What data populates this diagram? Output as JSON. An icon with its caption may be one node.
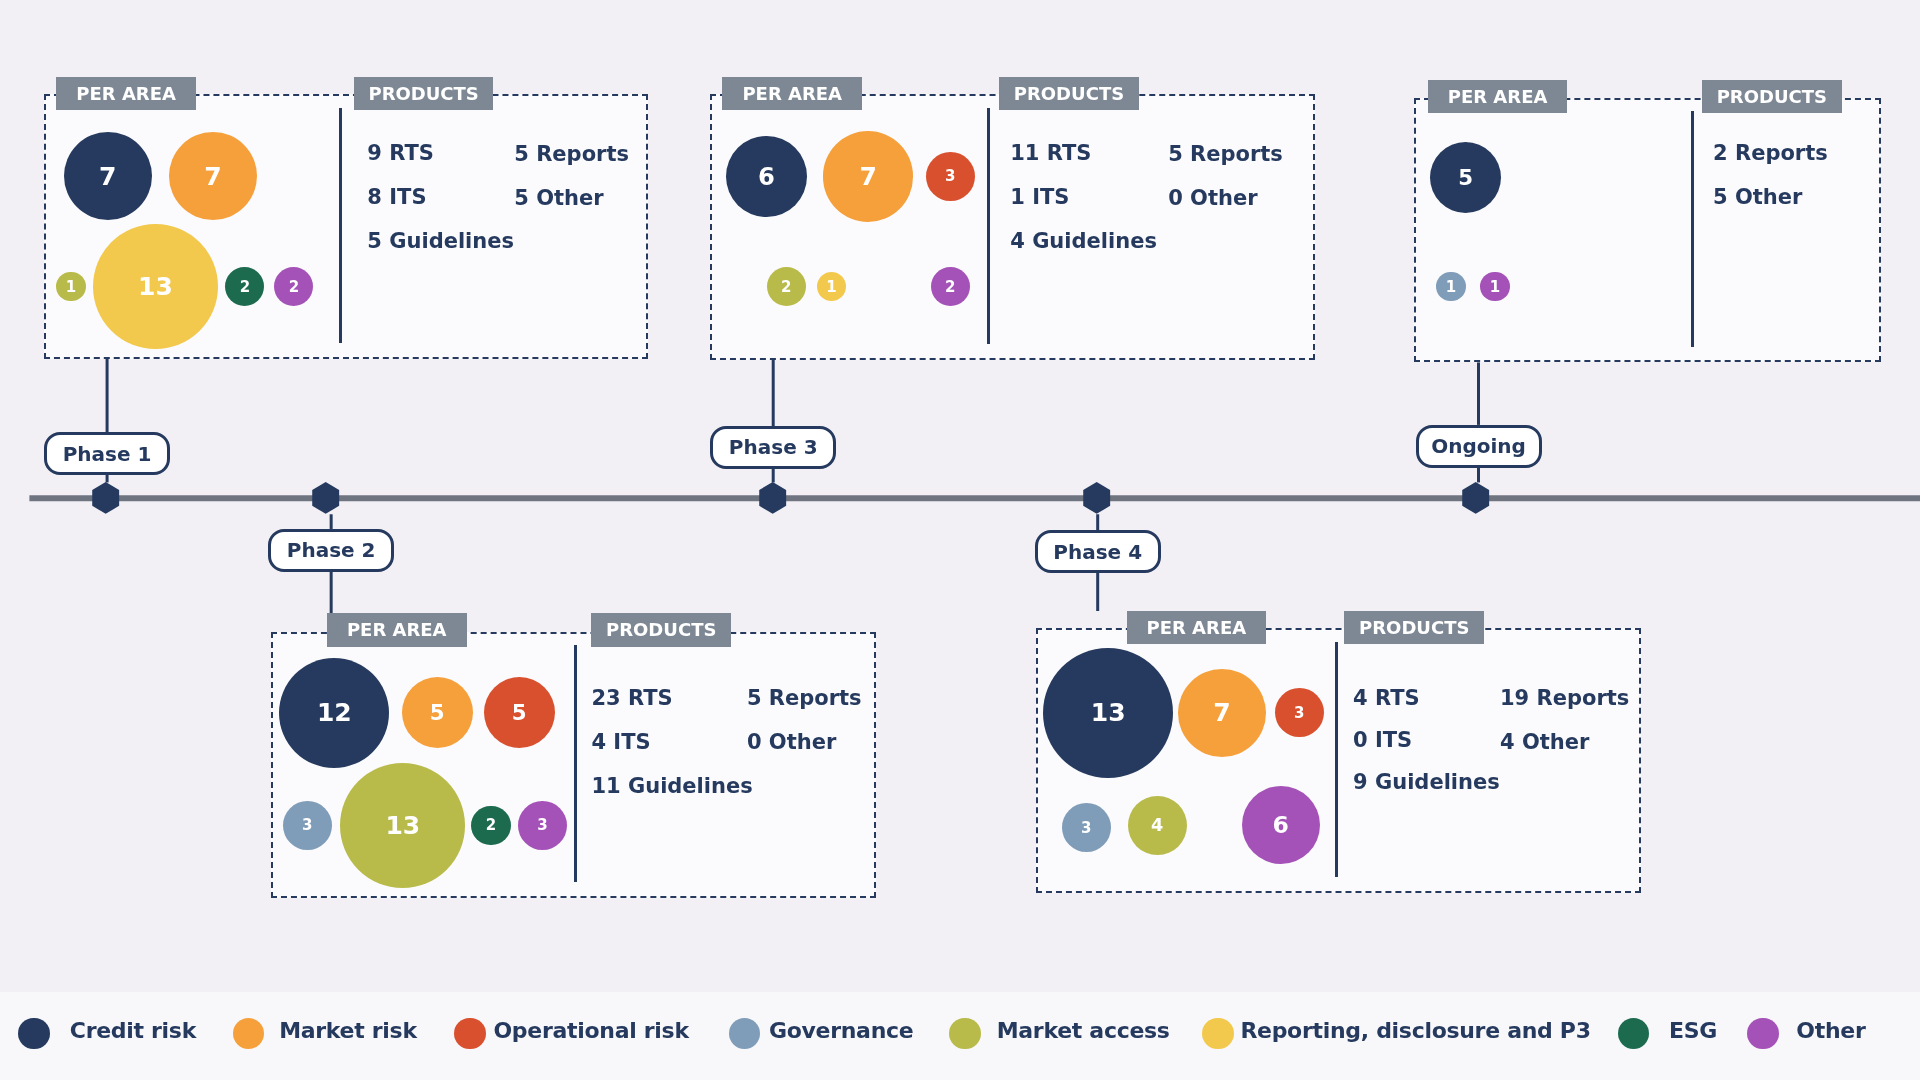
{
  "diagram": {
    "nodes": [
      {
        "text": [
          "PER AREA",
          "PRODUCTS",
          "9 RTS",
          "5 Reports",
          "8 ITS",
          "5 Other",
          "5 Guidelines"
        ]
      },
      {
        "text": [
          "7"
        ],
        "in": 0
      },
      {
        "text": [
          "7"
        ],
        "in": 0
      },
      {
        "text": [
          "1"
        ],
        "in": 0
      },
      {
        "text": [
          "13"
        ],
        "in": 0
      },
      {
        "text": [
          "2"
        ],
        "in": 0
      },
      {
        "text": [
          "2"
        ],
        "in": 0
      },
      {
        "text": [
          "Phase 1"
        ]
      },
      {
        "text": [],
        "shape": "hexagon"
      },
      {
        "text": [
          "PER AREA",
          "PRODUCTS",
          "23 RTS",
          "5 Reports",
          "4 ITS",
          "0 Other",
          "11 Guidelines"
        ]
      },
      {
        "text": [
          "12"
        ],
        "in": 9
      },
      {
        "text": [
          "5"
        ],
        "in": 9
      },
      {
        "text": [
          "5"
        ],
        "in": 9
      },
      {
        "text": [
          "3"
        ],
        "in": 9
      },
      {
        "text": [
          "13"
        ],
        "in": 9
      },
      {
        "text": [
          "2"
        ],
        "in": 9
      },
      {
        "text": [
          "3"
        ],
        "in": 9
      },
      {
        "text": [
          "Phase 2"
        ]
      },
      {
        "text": [],
        "shape": "hexagon"
      },
      {
        "text": [
          "PER AREA",
          "PRODUCTS",
          "11 RTS",
          "5 Reports",
          "1 ITS",
          "0 Other",
          "4 Guidelines"
        ]
      },
      {
        "text": [
          "6"
        ],
        "in": 19
      },
      {
        "text": [
          "7"
        ],
        "in": 19
      },
      {
        "text": [
          "3"
        ],
        "in": 19
      },
      {
        "text": [
          "2"
        ],
        "in": 19
      },
      {
        "text": [
          "1"
        ],
        "in": 19
      },
      {
        "text": [
          "2"
        ],
        "in": 19
      },
      {
        "text": [
          "Phase 3"
        ]
      },
      {
        "text": [],
        "shape": "hexagon"
      },
      {
        "text": [
          "PER AREA",
          "PRODUCTS",
          "4 RTS",
          "19 Reports",
          "0 ITS",
          "4 Other",
          "9 Guidelines"
        ]
      },
      {
        "text": [
          "13"
        ],
        "in": 28
      },
      {
        "text": [
          "7"
        ],
        "in": 28
      },
      {
        "text": [
          "3"
        ],
        "in": 28
      },
      {
        "text": [
          "3"
        ],
        "in": 28
      },
      {
        "text": [
          "4"
        ],
        "in": 28
      },
      {
        "text": [
          "6"
        ],
        "in": 28
      },
      {
        "text": [
          "Phase 4"
        ]
      },
      {
        "text": [],
        "shape": "hexagon"
      },
      {
        "text": [
          "PER AREA",
          "PRODUCTS",
          "2 Reports",
          "5 Other"
        ]
      },
      {
        "text": [
          "5"
        ],
        "in": 37
      },
      {
        "text": [
          "1"
        ],
        "in": 37
      },
      {
        "text": [
          "1"
        ],
        "in": 37
      },
      {
        "text": [
          "Ongoing"
        ]
      },
      {
        "text": [],
        "shape": "hexagon"
      }
    ],
    "edges": [
      {
        "from": 0,
        "to": 7,
        "arrow": "none"
      },
      {
        "from": 7,
        "to": 8,
        "arrow": "none"
      },
      {
        "from": 18,
        "to": 17,
        "arrow": "none"
      },
      {
        "from": 17,
        "to": 9,
        "arrow": "none"
      },
      {
        "from": 19,
        "to": 26,
        "arrow": "none"
      },
      {
        "from": 26,
        "to": 27,
        "arrow": "none"
      },
      {
        "from": 36,
        "to": 35,
        "arrow": "none"
      },
      {
        "from": 35,
        "to": 28,
        "arrow": "none"
      },
      {
        "from": 37,
        "to": 41,
        "arrow": "none"
      },
      {
        "from": 41,
        "to": 42,
        "arrow": "none"
      }
    ],
    "legend": [
      {
        "text": "Credit risk",
        "color": "#253a5e"
      },
      {
        "text": "Market risk",
        "color": "#f5a03a"
      },
      {
        "text": "Operational risk",
        "color": "#d9502e"
      },
      {
        "text": "Governance",
        "color": "#7f9cb8"
      },
      {
        "text": "Market access",
        "color": "#b8bb4a"
      },
      {
        "text": "Reporting, disclosure and P3",
        "color": "#f2c94c"
      },
      {
        "text": "ESG",
        "color": "#1c6b4f"
      },
      {
        "text": "Other",
        "color": "#a452b8"
      }
    ]
  }
}
